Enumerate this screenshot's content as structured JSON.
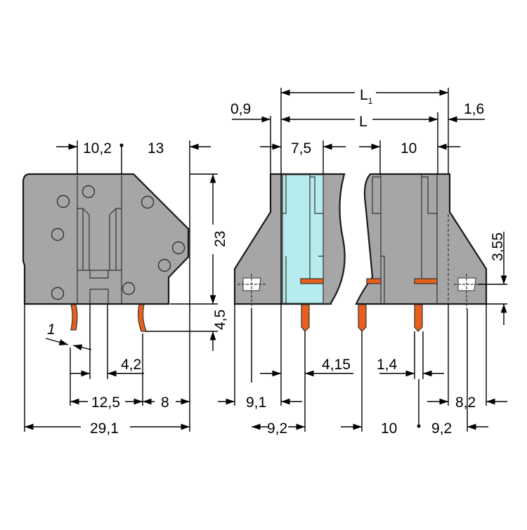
{
  "title": "Terminal block dimensional drawing",
  "colors": {
    "housing": "#a6a6a6",
    "clamp": "#e8601c",
    "window": "#b7ecee",
    "line": "#000000"
  },
  "side_view": {
    "dims": {
      "d10_2": "10,2",
      "d13": "13",
      "d23": "23",
      "d4_5": "4,5",
      "d1": "1",
      "d4_2": "4,2",
      "d12_5": "12,5",
      "d8": "8",
      "d29_1": "29,1"
    }
  },
  "front_view": {
    "dims": {
      "L1": "L",
      "L1_sub": "1",
      "L": "L",
      "d0_9": "0,9",
      "d1_6": "1,6",
      "d7_5": "7,5",
      "d10_top": "10",
      "d3_55": "3,55",
      "d4_15": "4,15",
      "d1_4": "1,4",
      "d9_1": "9,1",
      "d8_2": "8,2",
      "d9_2_left": "9,2",
      "d10_bottom": "10",
      "d9_2_right": "9,2"
    }
  }
}
